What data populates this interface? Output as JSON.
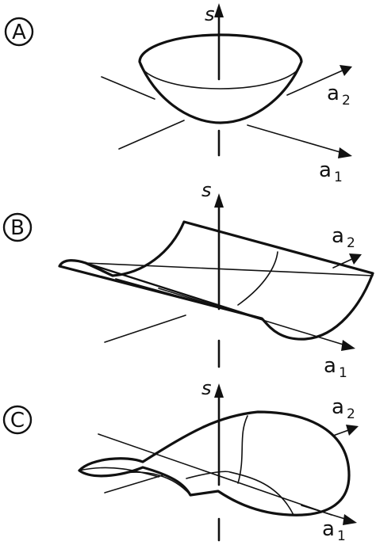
{
  "panels": [
    {
      "letter": "A",
      "shape": "paraboloid bowl"
    },
    {
      "letter": "B",
      "shape": "parabolic trough"
    },
    {
      "letter": "C",
      "shape": "saddle-like surface"
    }
  ],
  "axes": {
    "vertical": "s",
    "axis1_base": "a",
    "axis1_sub": "1",
    "axis2_base": "a",
    "axis2_sub": "2"
  },
  "colors": {
    "ink": "#111111",
    "background": "#ffffff"
  }
}
